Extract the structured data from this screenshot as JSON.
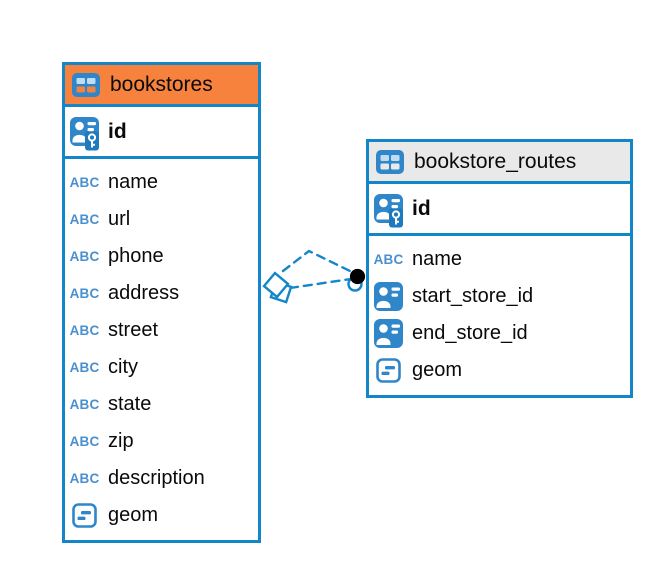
{
  "diagram": {
    "type": "entity-relationship",
    "background": "#ffffff",
    "colors": {
      "accent_blue": "#1386C9",
      "icon_blue": "#2F87C9",
      "key_patch_blue": "#1E79BD",
      "bookstores_header": "#F6823E",
      "bookstore_routes_header": "#E9E9E9",
      "text": "#0a0a0a",
      "relationship_end_dot": "#000000"
    },
    "icons": {
      "table": "table-icon",
      "primary_key": "primary-key-icon",
      "reference": "person-card-icon",
      "text_type": "text-type-icon",
      "text_type_glyph": "ABC",
      "geometry": "geometry-type-icon"
    },
    "tables": [
      {
        "name": "bookstores",
        "header_color": "#F6823E",
        "columns": [
          {
            "name": "id",
            "role": "primary-key",
            "icon": "primary-key-icon"
          },
          {
            "name": "name",
            "role": "text",
            "icon": "text-type-icon"
          },
          {
            "name": "url",
            "role": "text",
            "icon": "text-type-icon"
          },
          {
            "name": "phone",
            "role": "text",
            "icon": "text-type-icon"
          },
          {
            "name": "address",
            "role": "text",
            "icon": "text-type-icon"
          },
          {
            "name": "street",
            "role": "text",
            "icon": "text-type-icon"
          },
          {
            "name": "city",
            "role": "text",
            "icon": "text-type-icon"
          },
          {
            "name": "state",
            "role": "text",
            "icon": "text-type-icon"
          },
          {
            "name": "zip",
            "role": "text",
            "icon": "text-type-icon"
          },
          {
            "name": "description",
            "role": "text",
            "icon": "text-type-icon"
          },
          {
            "name": "geom",
            "role": "geometry",
            "icon": "geometry-type-icon"
          }
        ]
      },
      {
        "name": "bookstore_routes",
        "header_color": "#E9E9E9",
        "columns": [
          {
            "name": "id",
            "role": "primary-key",
            "icon": "primary-key-icon"
          },
          {
            "name": "name",
            "role": "text",
            "icon": "text-type-icon"
          },
          {
            "name": "start_store_id",
            "role": "reference",
            "icon": "person-card-icon"
          },
          {
            "name": "end_store_id",
            "role": "reference",
            "icon": "person-card-icon"
          },
          {
            "name": "geom",
            "role": "geometry",
            "icon": "geometry-type-icon"
          }
        ]
      }
    ],
    "relationship": {
      "from_table": "bookstore_routes",
      "to_table": "bookstores",
      "line_count": 2,
      "style": "dashed",
      "color": "#1386C9"
    }
  }
}
